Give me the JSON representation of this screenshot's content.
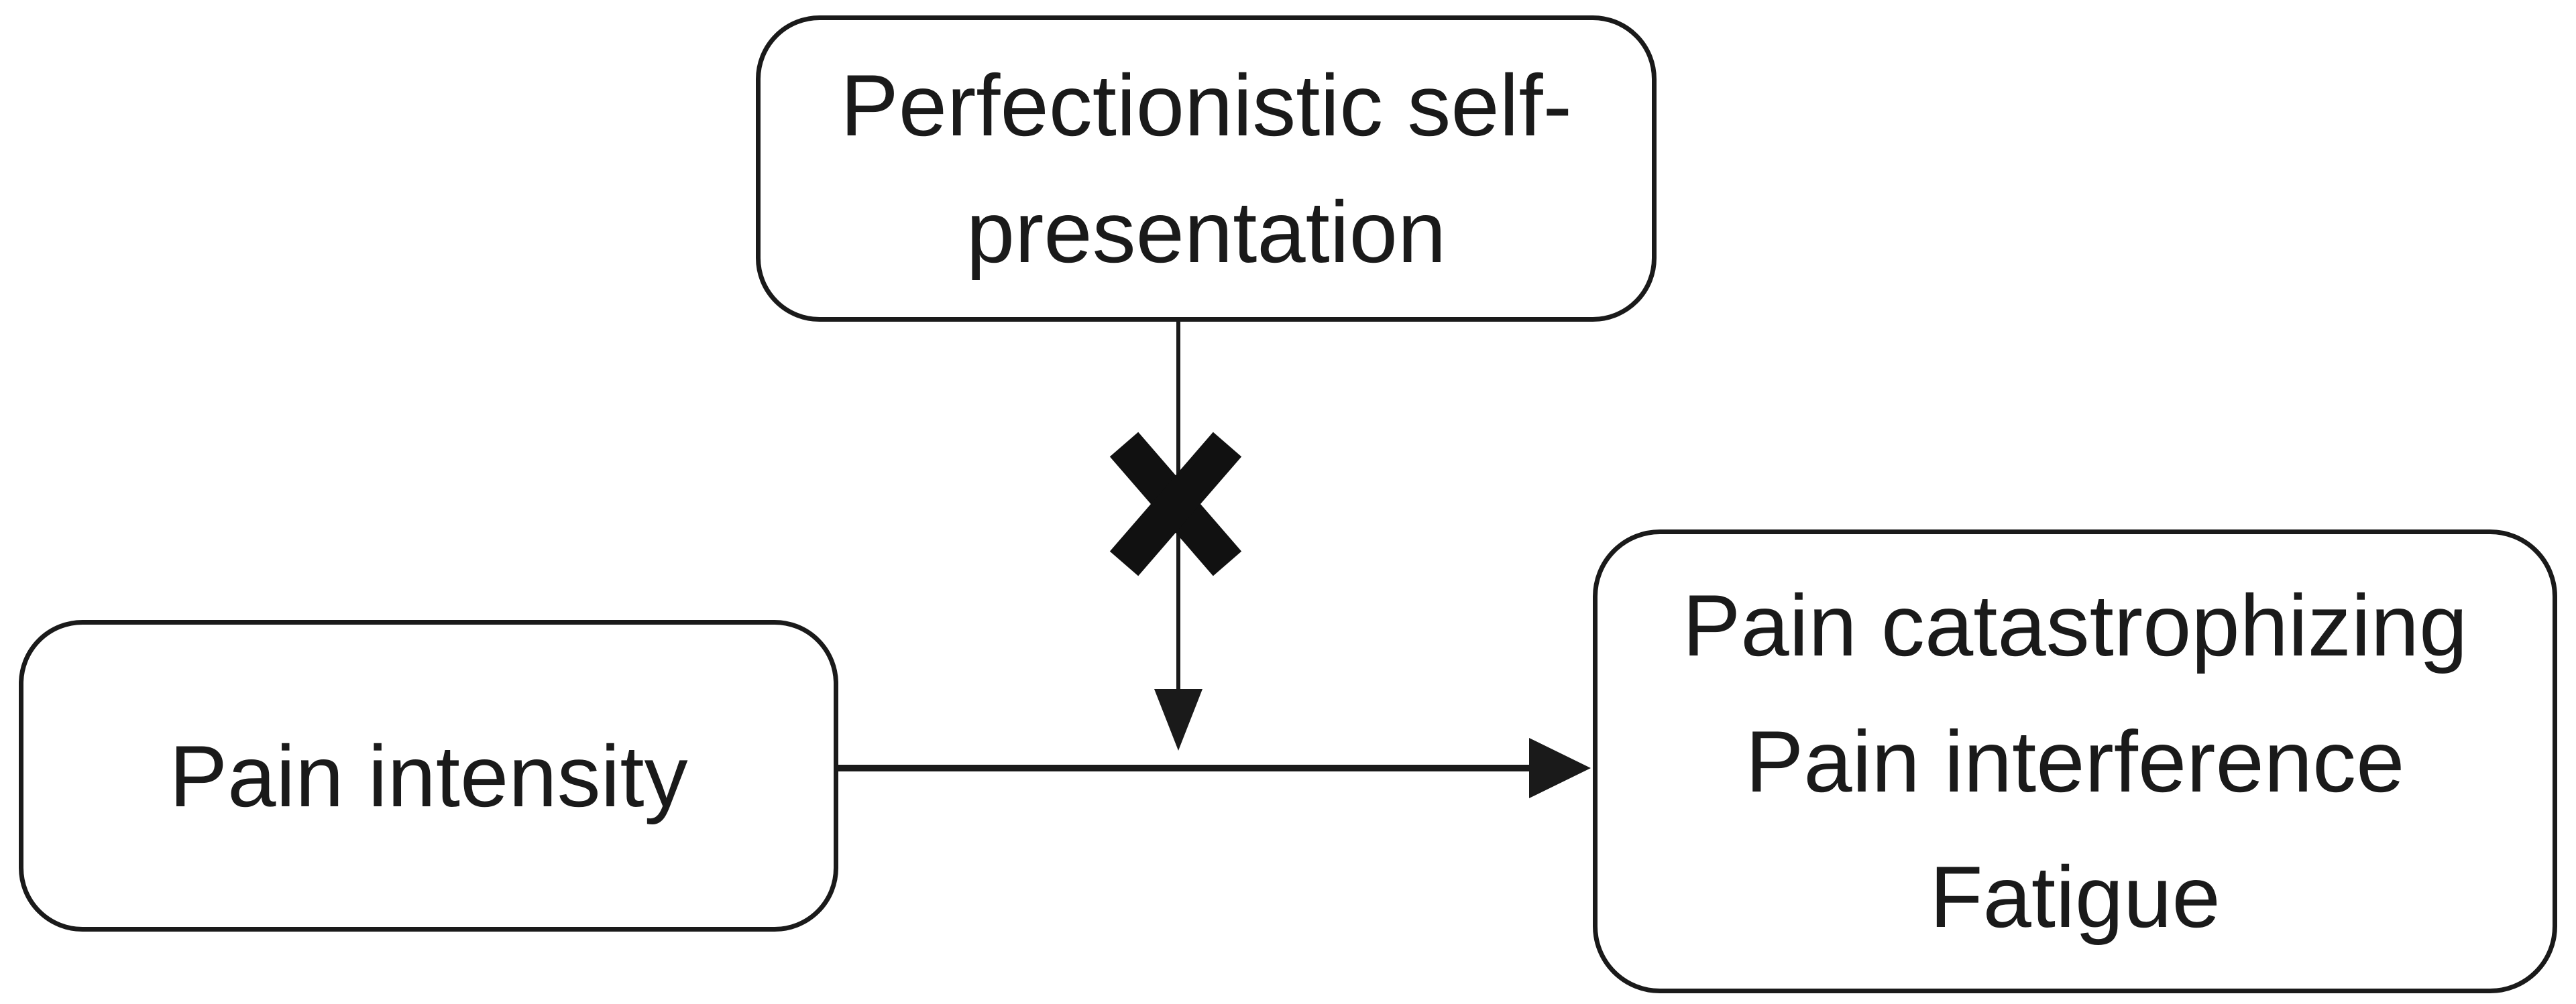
{
  "diagram": {
    "colors": {
      "background": "#ffffff",
      "stroke": "#1a1a1a",
      "text": "#1a1a1a"
    },
    "nodes": {
      "moderator": {
        "label": "Perfectionistic self-presentation"
      },
      "predictor": {
        "label": "Pain intensity"
      },
      "outcomes": {
        "lines": [
          "Pain catastrophizing",
          "Pain interference",
          "Fatigue"
        ]
      }
    },
    "connectors": {
      "main_effect": {
        "from": "predictor",
        "to": "outcomes",
        "style": "arrow-right"
      },
      "moderation": {
        "from": "moderator",
        "to": "main_effect",
        "style": "arrow-down"
      }
    },
    "icons": {
      "moderation_x": "✖",
      "arrowhead_right": "▶",
      "arrowhead_down": "▼"
    }
  }
}
